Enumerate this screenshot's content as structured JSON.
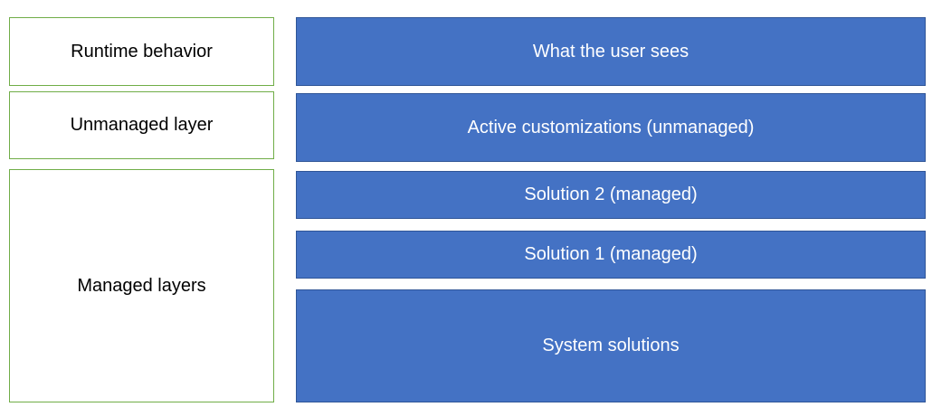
{
  "labels": {
    "runtime": "Runtime behavior",
    "unmanaged": "Unmanaged layer",
    "managed": "Managed layers"
  },
  "layers": {
    "user_sees": "What the user sees",
    "active": "Active customizations (unmanaged)",
    "solution2": "Solution 2 (managed)",
    "solution1": "Solution 1 (managed)",
    "system": "System solutions"
  },
  "colors": {
    "layer_fill": "#4472c4",
    "layer_border": "#2f5597",
    "label_border": "#70ad47"
  }
}
